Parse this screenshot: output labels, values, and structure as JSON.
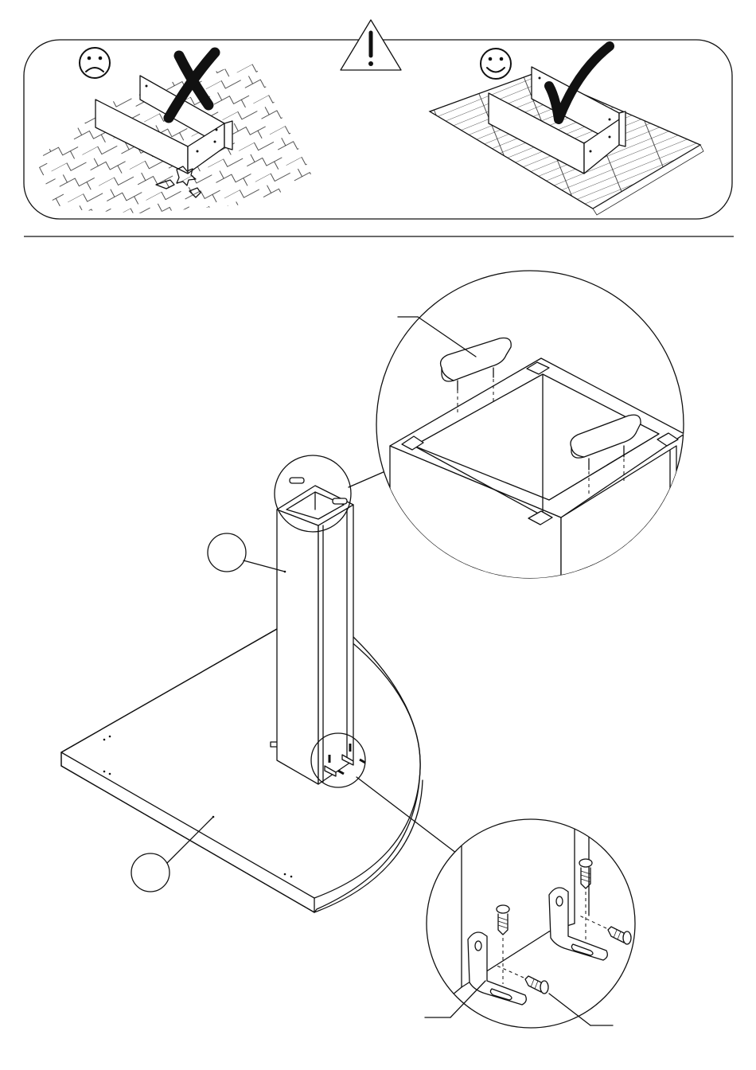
{
  "warning_panel": {
    "wrong_surface": "hard-floor",
    "right_surface": "soft-floor",
    "wrong_face": "sad-face-icon",
    "right_face": "happy-face-icon",
    "wrong_mark": "cross-mark-icon",
    "right_mark": "check-mark-icon",
    "alert": "warning-exclamation-icon"
  },
  "parts": {
    "column_label": "",
    "base_label": ""
  },
  "hardware": {
    "cap_pads": 2,
    "l_brackets": 2,
    "screws_per_bracket": 2
  },
  "colors": {
    "line": "#111111",
    "background": "#ffffff"
  }
}
